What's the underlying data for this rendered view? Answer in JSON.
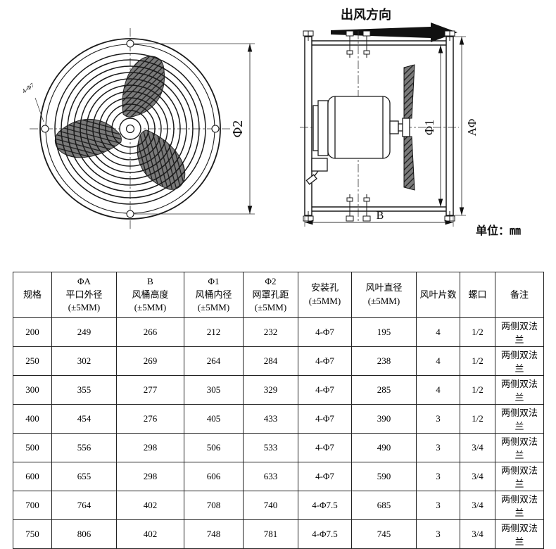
{
  "drawing": {
    "outlet_direction": "出风方向",
    "unit_label": "单位：㎜",
    "dim_phi2": "Φ2",
    "dim_phi1": "Φ1",
    "dim_phiA": "AΦ",
    "dim_B": "B",
    "hole_note": "4-Φ7"
  },
  "table": {
    "headers": [
      [
        "规格"
      ],
      [
        "ΦA",
        "平口外径",
        "(±5MM)"
      ],
      [
        "B",
        "风桶高度",
        "(±5MM)"
      ],
      [
        "Φ1",
        "风桶内径",
        "(±5MM)"
      ],
      [
        "Φ2",
        "网罩孔距",
        "(±5MM)"
      ],
      [
        "安装孔",
        "(±5MM)"
      ],
      [
        "风叶直径",
        "(±5MM)"
      ],
      [
        "风叶片数"
      ],
      [
        "螺口"
      ],
      [
        "备注"
      ]
    ],
    "rows": [
      [
        "200",
        "249",
        "266",
        "212",
        "232",
        "4-Φ7",
        "195",
        "4",
        "1/2",
        "两侧双法兰"
      ],
      [
        "250",
        "302",
        "269",
        "264",
        "284",
        "4-Φ7",
        "238",
        "4",
        "1/2",
        "两侧双法兰"
      ],
      [
        "300",
        "355",
        "277",
        "305",
        "329",
        "4-Φ7",
        "285",
        "4",
        "1/2",
        "两侧双法兰"
      ],
      [
        "400",
        "454",
        "276",
        "405",
        "433",
        "4-Φ7",
        "390",
        "3",
        "1/2",
        "两侧双法兰"
      ],
      [
        "500",
        "556",
        "298",
        "506",
        "533",
        "4-Φ7",
        "490",
        "3",
        "3/4",
        "两侧双法兰"
      ],
      [
        "600",
        "655",
        "298",
        "606",
        "633",
        "4-Φ7",
        "590",
        "3",
        "3/4",
        "两侧双法兰"
      ],
      [
        "700",
        "764",
        "402",
        "708",
        "740",
        "4-Φ7.5",
        "685",
        "3",
        "3/4",
        "两侧双法兰"
      ],
      [
        "750",
        "806",
        "402",
        "748",
        "781",
        "4-Φ7.5",
        "745",
        "3",
        "3/4",
        "两侧双法兰"
      ]
    ]
  }
}
